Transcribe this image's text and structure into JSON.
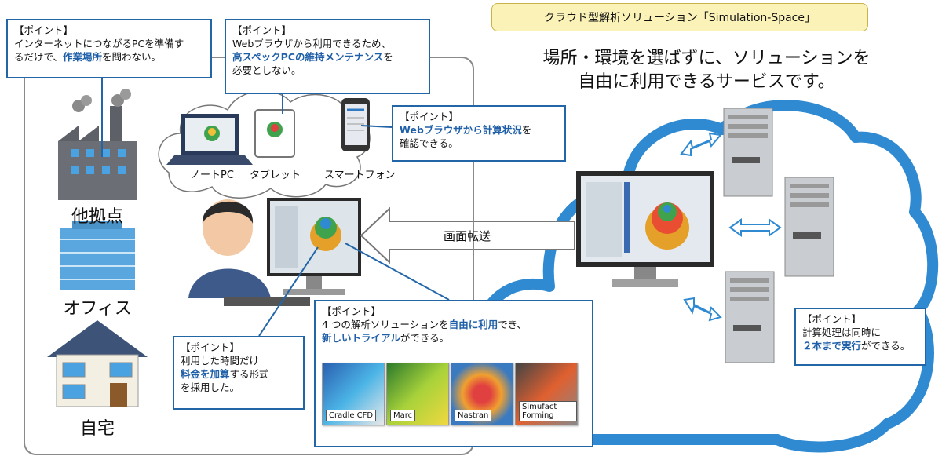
{
  "header": {
    "title": "クラウド型解析ソリューション「Simulation-Space」"
  },
  "headline": {
    "line1": "場所・環境を選ばずに、ソリューションを",
    "line2": "自由に利用できるサービスです。"
  },
  "locations": [
    "他拠点",
    "オフィス",
    "自宅"
  ],
  "devices": {
    "laptop": "ノートPC",
    "tablet": "タブレット",
    "phone": "スマートフォン"
  },
  "transfer_label": "画面転送",
  "points": {
    "p1": {
      "head": "【ポイント】",
      "t1": "インターネットにつながるPCを準備す",
      "t2a": "るだけで、",
      "hl": "作業場所",
      "t2b": "を問わない。"
    },
    "p2": {
      "head": "【ポイント】",
      "t1": "Webブラウザから利用できるため、",
      "hl": "高スペックPCの維持メンテナンス",
      "t2b": "を",
      "t3": "必要としない。"
    },
    "p3": {
      "head": "【ポイント】",
      "hl": "Webブラウザから計算状況",
      "t1b": "を",
      "t2": "確認できる。"
    },
    "p4": {
      "head": "【ポイント】",
      "t1": "4 つの解析ソリューションを",
      "hl1": "自由に利用",
      "t1b": "でき、",
      "hl2": "新しいトライアル",
      "t2b": "ができる。"
    },
    "p5": {
      "head": "【ポイント】",
      "t1": "利用した時間だけ",
      "hl": "料金を加算",
      "t2b": "する形式",
      "t3": "を採用した。"
    },
    "p6": {
      "head": "【ポイント】",
      "t1": "計算処理は同時に",
      "hl": "２本まで実行",
      "t2b": "ができる。"
    }
  },
  "software": [
    "Cradle CFD",
    "Marc",
    "Nastran",
    "Simufact Forming"
  ],
  "colors": {
    "accent": "#1f5fa8",
    "cloud": "#2f8ad2",
    "title_bg": "#fbf2b8"
  }
}
